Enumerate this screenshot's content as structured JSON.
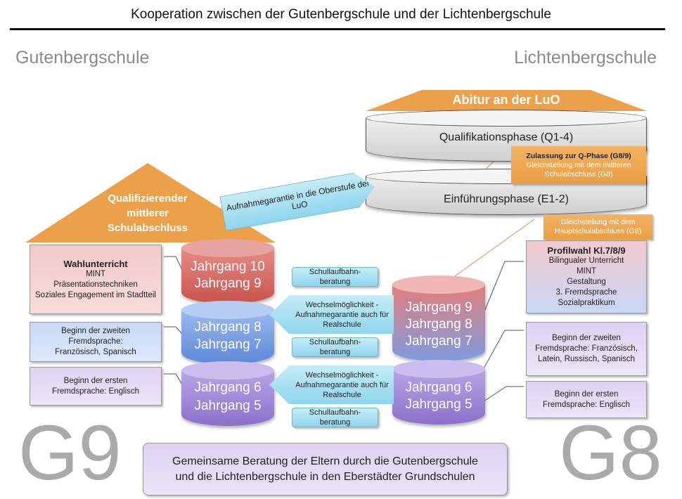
{
  "title": "Kooperation zwischen der Gutenbergschule und der Lichtenbergschule",
  "left_school": "Gutenbergschule",
  "right_school": "Lichtenbergschule",
  "abitur": "Abitur an der LuO",
  "q_phase": "Qualifikationsphase (Q1-4)",
  "e_phase": "Einführungsphase (E1-2)",
  "zulassung": {
    "title": "Zulassung zur Q-Phase (G8/9)",
    "text": "Gleichstellung mit dem mittleren Schulabschluss (G8)"
  },
  "hauptschul": "Gleichstellung mit dem Hauptschulabschluss (G8)",
  "left_roof": "Qualifizierender mittlerer Schulabschluss",
  "arrow": "Aufnahmegarantie in die Oberstufe der LuO",
  "left_boxes": [
    {
      "title": "Wahlunterricht",
      "lines": [
        "MINT",
        "Präsentationstechniken",
        "Soziales Engagement im Stadtteil"
      ]
    },
    {
      "text": "Beginn der zweiten Fremdsprache: Französisch, Spanisch"
    },
    {
      "text": "Beginn der ersten Fremdsprache: Englisch"
    }
  ],
  "right_boxes": [
    {
      "title": "Profilwahl Kl.7/8/9",
      "lines": [
        "Bilingualer Unterricht",
        "MINT",
        "Gestaltung",
        "3. Fremdsprache",
        "Sozialpraktikum"
      ]
    },
    {
      "text": "Beginn der zweiten Fremdsprache: Französisch, Latein, Russisch, Spanisch"
    },
    {
      "text": "Beginn der ersten Fremdsprache: Englisch"
    }
  ],
  "g9_cyl": [
    [
      "Jahrgang 10",
      "Jahrgang 9"
    ],
    [
      "Jahrgang 8",
      "Jahrgang 7"
    ],
    [
      "Jahrgang 6",
      "Jahrgang 5"
    ]
  ],
  "g8_cyl": [
    [
      "Jahrgang 9",
      "Jahrgang 8",
      "Jahrgang 7"
    ],
    [
      "Jahrgang 6",
      "Jahrgang 5"
    ]
  ],
  "beratung": "Schullaufbahn-beratung",
  "wechsel": "Wechselmöglichkeit - Aufnahmegarantie auch für Realschule",
  "g9": "G9",
  "g8": "G8",
  "bottom": "Gemeinsame Beratung der Eltern durch die Gutenbergschule und die Lichtenbergschule in den Eberstädter Grundschulen"
}
